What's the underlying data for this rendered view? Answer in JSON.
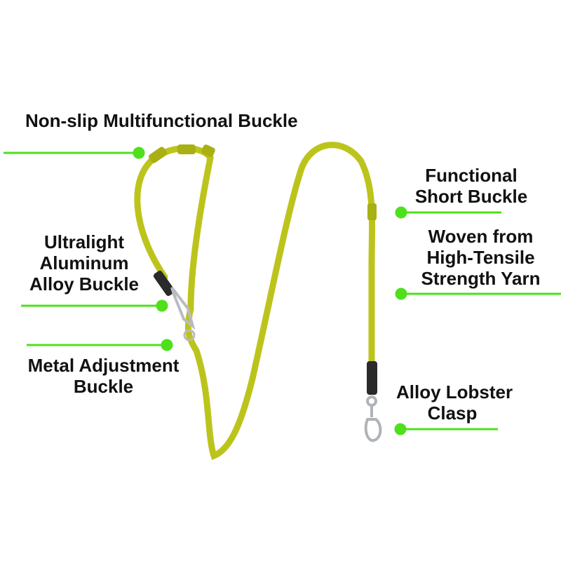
{
  "labels": {
    "non_slip": "Non-slip Multifunctional Buckle",
    "functional_1": "Functional",
    "functional_2": "Short Buckle",
    "woven_1": "Woven from",
    "woven_2": "High-Tensile",
    "woven_3": "Strength Yarn",
    "ultralight_1": "Ultralight",
    "ultralight_2": "Aluminum",
    "ultralight_3": "Alloy Buckle",
    "metal_1": "Metal Adjustment",
    "metal_2": "Buckle",
    "lobster_1": "Alloy Lobster",
    "lobster_2": "Clasp"
  },
  "colors": {
    "accent": "#4fe01c",
    "rope": "#bcc41c",
    "grip": "#2a2a2a",
    "metal": "#b8bcc0"
  }
}
